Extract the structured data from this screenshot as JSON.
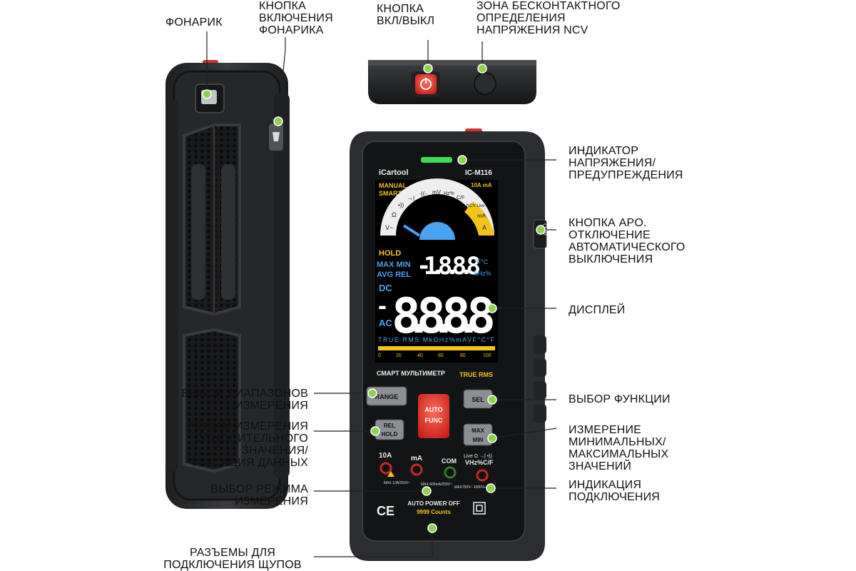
{
  "labels": {
    "flashlight": [
      "ФОНАРИК"
    ],
    "flashlight_button": [
      "КНОПКА",
      "ВКЛЮЧЕНИЯ",
      "ФОНАРИКА"
    ],
    "power_button": [
      "КНОПКА",
      "ВКЛ/ВЫКЛ"
    ],
    "ncv_zone": [
      "ЗОНА БЕСКОНТАКТНОГО",
      "ОПРЕДЕЛЕНИЯ",
      "НАПРЯЖЕНИЯ NCV"
    ],
    "voltage_indicator": [
      "ИНДИКАТОР",
      "НАПРЯЖЕНИЯ/",
      "ПРЕДУПРЕЖДЕНИЯ"
    ],
    "apo_button": [
      "КНОПКА APO.",
      "ОТКЛЮЧЕНИЕ",
      "АВТОМАТИЧЕСКОГО",
      "ВЫКЛЮЧЕНИЯ"
    ],
    "display": [
      "ДИСПЛЕЙ"
    ],
    "range_select": [
      "ВЫБОР ДИАПАЗОНОВ",
      "ИЗМЕРЕНИЯ"
    ],
    "function_select": [
      "ВЫБОР ФУНКЦИИ"
    ],
    "rel_hold": [
      "РЕЖИМ ИЗМЕРЕНИЯ",
      "ОТНОСИТЕЛЬНОГО",
      "ЗНАЧЕНИЯ/",
      "ФИКСАЦИЯ ДАННЫХ"
    ],
    "max_min": [
      "ИЗМЕРЕНИЕ",
      "МИНИМАЛЬНЫХ/",
      "МАКСИМАЛЬНЫХ",
      "ЗНАЧЕНИЙ"
    ],
    "mode_select": [
      "ВЫБОР РЕЖИМА",
      "ИЗМЕРЕНИЯ"
    ],
    "connection_indication": [
      "ИНДИКАЦИЯ",
      "ПОДКЛЮЧЕНИЯ"
    ],
    "probe_jacks": [
      "РАЗЪЕМЫ ДЛЯ",
      "ПОДКЛЮЧЕНИЯ ЩУПОВ"
    ]
  },
  "device": {
    "brand": "iCartool",
    "model": "IC-M116",
    "mode_manual": "MANUAL",
    "mode_smart": "SMART",
    "range_10a_ma": "10A mA",
    "dial_left": [
      "V~",
      "Ω",
      "•))"
    ],
    "dial_right": [
      "Hz%",
      "C/F",
      "NCV Live",
      "mA",
      "A"
    ],
    "dial_top": [
      "→|",
      "-|(-",
      "mV",
      "Hz%"
    ],
    "hold": "HOLD",
    "max_min": "MAX MIN",
    "avg_rel": "AVG REL",
    "dc": "DC",
    "ac": "AC",
    "minus": "-",
    "small_digits": "-1.8.8.8",
    "big_digits": "8.8.8.8",
    "unit_f_c": "°F°C",
    "unit_khz": "kHz%",
    "bottom_units": "TRUE RMS MkΩHz%mAVF°C°F",
    "scale_ticks": [
      "0",
      "20",
      "40",
      "60",
      "80",
      "100"
    ],
    "caption_smart": "СМАРТ МУЛЬТИМЕТР",
    "caption_trms": "TRUE RMS",
    "btn_range": "RANGE",
    "btn_sel": "SEL",
    "btn_rel": "REL",
    "btn_hold": "HOLD",
    "btn_auto": "AUTO",
    "btn_func": "FUNC",
    "btn_max": "MAX",
    "btn_min": "MIN",
    "jack_10a": "10A",
    "jack_ma": "mA",
    "jack_com": "COM",
    "jack_vhz": "VHz%C/F",
    "jack_live": "Live Ω →| •))",
    "rating_10a": "MAX 10A/250V~",
    "rating_ma": "MAX 600mA/250V~",
    "rating_v": "MAX750V~ 1000V⎓",
    "auto_power_off": "AUTO POWER OFF",
    "counts": "9999 Counts",
    "ce": "CE",
    "apo_text": "APO"
  },
  "colors": {
    "leader_dot": "#8fd14f",
    "accent_red": "#e53935",
    "screen_yellow": "#f3c316",
    "screen_blue": "#4aa3f0",
    "indicator_green": "#3ddc54",
    "body_dark": "#2a2b2d"
  },
  "icons": [
    "flashlight-icon",
    "power-icon",
    "ncv-sensor-icon",
    "warning-icon",
    "ce-mark-icon",
    "double-insulation-icon"
  ]
}
